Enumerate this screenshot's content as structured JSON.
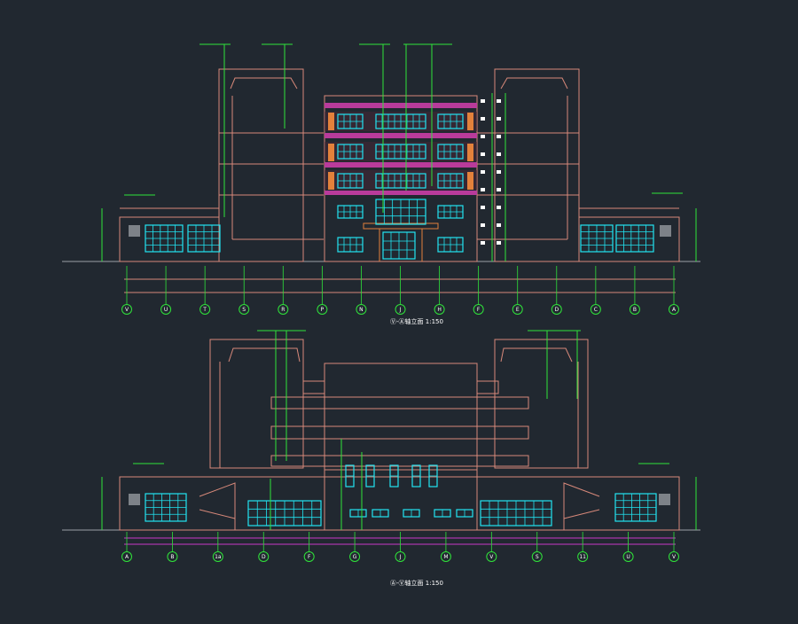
{
  "drawing": {
    "background": "#212830",
    "colors": {
      "outline": "#d8897a",
      "window": "#22e4f2",
      "leader": "#2fe33a",
      "dim": "#c937c9",
      "band": "#b93b9b",
      "accent": "#e3813b",
      "text": "#ffffff"
    },
    "views": [
      {
        "id": "elev1",
        "title": "Ⓥ-Ⓐ轴立面 1:150",
        "grid_labels": [
          "V",
          "U",
          "T",
          "S",
          "R",
          "P",
          "N",
          "J",
          "H",
          "F",
          "E",
          "D",
          "C",
          "B",
          "A"
        ]
      },
      {
        "id": "elev2",
        "title": "Ⓐ-Ⓥ轴立面 1:150",
        "grid_labels": [
          "A",
          "B",
          "1a",
          "D",
          "F",
          "G",
          "J",
          "M",
          "V",
          "S",
          "11",
          "U",
          "V"
        ]
      }
    ]
  }
}
